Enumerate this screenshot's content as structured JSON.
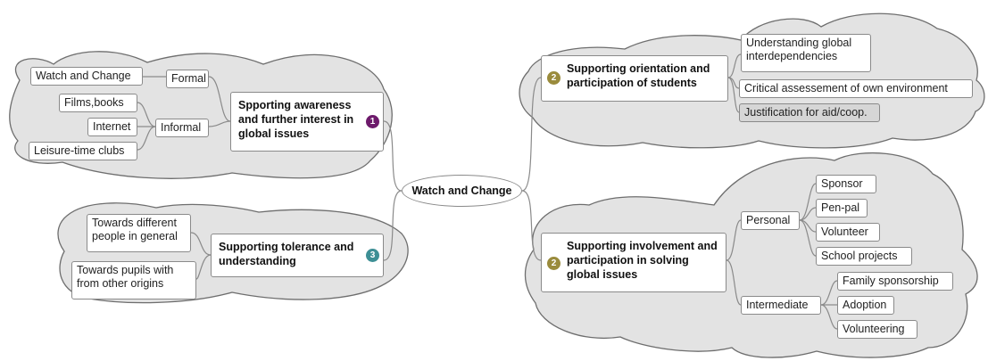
{
  "center": {
    "label": "Watch and Change"
  },
  "branches": {
    "awareness": {
      "label": "Spporting awareness and further interest in global issues",
      "badge": "1",
      "badge_color": "#6d1a6b",
      "children": {
        "formal": {
          "label": "Formal",
          "items": [
            "Watch and Change"
          ]
        },
        "informal": {
          "label": "Informal",
          "items": [
            "Films,books",
            "Internet",
            "Leisure-time clubs"
          ]
        }
      }
    },
    "tolerance": {
      "label": "Supporting tolerance and understanding",
      "badge": "3",
      "badge_color": "#3d8f95",
      "items": [
        "Towards different people in general",
        "Towards pupils with from other origins"
      ]
    },
    "orientation": {
      "label": "Supporting orientation and participation of students",
      "badge": "2",
      "badge_color": "#9a8b3c",
      "items": [
        "Understanding global interdependencies",
        "Critical assessement of own environment",
        "Justification for aid/coop."
      ]
    },
    "involvement": {
      "label": "Supporting involvement and participation in solving global issues",
      "badge": "2",
      "badge_color": "#9a8b3c",
      "children": {
        "personal": {
          "label": "Personal",
          "items": [
            "Sponsor",
            "Pen-pal",
            "Volunteer",
            "School projects"
          ]
        },
        "intermediate": {
          "label": "Intermediate",
          "items": [
            "Family sponsorship",
            "Adoption",
            "Volunteering"
          ]
        }
      }
    }
  },
  "colors": {
    "cloud_fill": "#e3e3e3",
    "cloud_stroke": "#6e6e6e",
    "connector": "#8a8a8a",
    "highlight_fill": "#d6d6d6"
  }
}
